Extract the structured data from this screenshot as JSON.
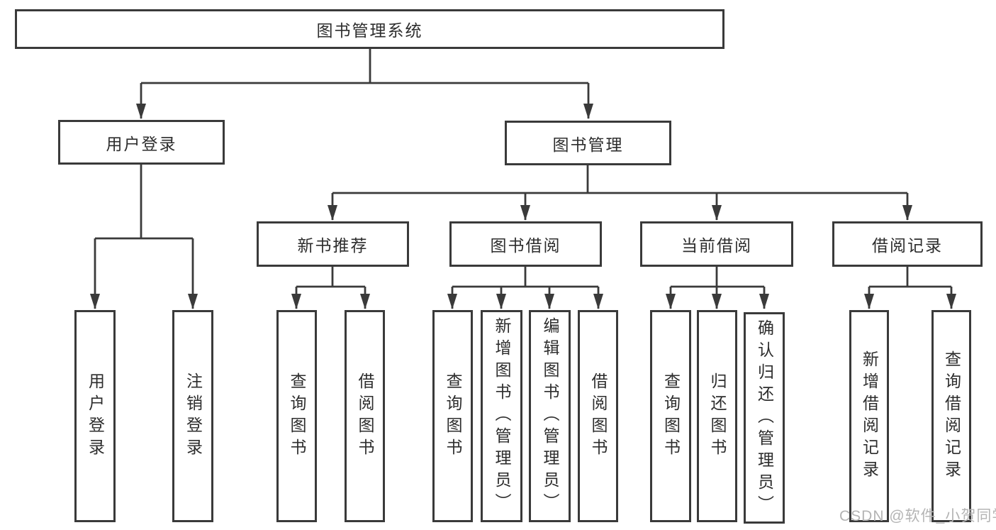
{
  "colors": {
    "line": "#3a3a3a",
    "background": "#ffffff",
    "text": "#2d2d2d",
    "watermark": "#b4b4b4"
  },
  "watermark": {
    "text": "CSDN @软件_小贺同学"
  },
  "tree": {
    "root": {
      "label": "图书管理系统"
    },
    "children": [
      {
        "label": "用户登录",
        "children": [
          {
            "label": "用户登录"
          },
          {
            "label": "注销登录"
          }
        ]
      },
      {
        "label": "图书管理",
        "children": [
          {
            "label": "新书推荐",
            "children": [
              {
                "label": "查询图书"
              },
              {
                "label": "借阅图书"
              }
            ]
          },
          {
            "label": "图书借阅",
            "children": [
              {
                "label": "查询图书"
              },
              {
                "label": "新增图书（管理员）"
              },
              {
                "label": "编辑图书（管理员）"
              },
              {
                "label": "借阅图书"
              }
            ]
          },
          {
            "label": "当前借阅",
            "children": [
              {
                "label": "查询图书"
              },
              {
                "label": "归还图书"
              },
              {
                "label": "确认归还（管理员）"
              }
            ]
          },
          {
            "label": "借阅记录",
            "children": [
              {
                "label": "新增借阅记录"
              },
              {
                "label": "查询借阅记录"
              }
            ]
          }
        ]
      }
    ]
  }
}
